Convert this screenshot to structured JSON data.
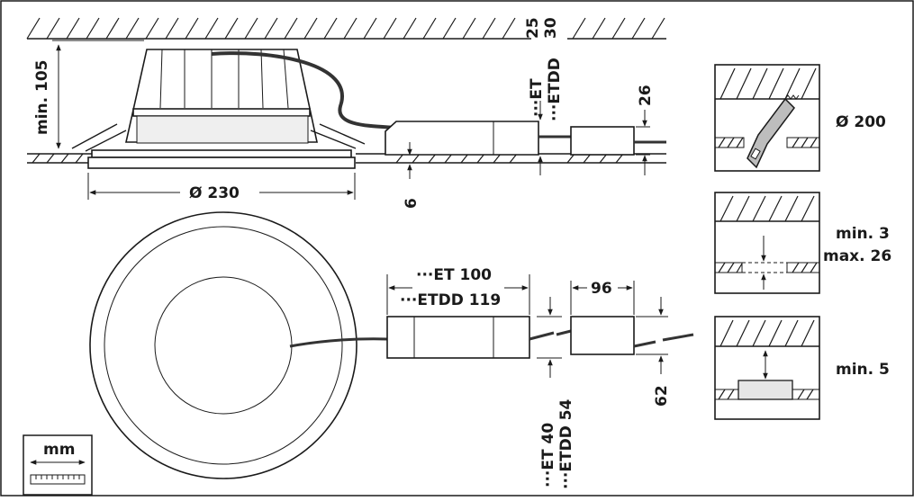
{
  "side_view": {
    "height_label": "min. 105",
    "diameter_label": "Ø 230",
    "flange_label": "6",
    "driver_height_et": "25",
    "driver_height_etdd": "30",
    "driver_label_et": "···ET",
    "driver_label_etdd": "···ETDD",
    "box_height_label": "26"
  },
  "top_view": {
    "driver_length_et": "···ET  100",
    "driver_length_etdd": "···ETDD  119",
    "box_length_label": "96",
    "driver_width_et": "···ET  40",
    "driver_width_etdd": "···ETDD  54",
    "box_width_label": "62"
  },
  "panels": [
    {
      "label": "Ø 200"
    },
    {
      "label_line1": "min. 3",
      "label_line2": "max. 26"
    },
    {
      "label": "min. 5"
    }
  ],
  "unit_legend": {
    "label": "mm"
  }
}
